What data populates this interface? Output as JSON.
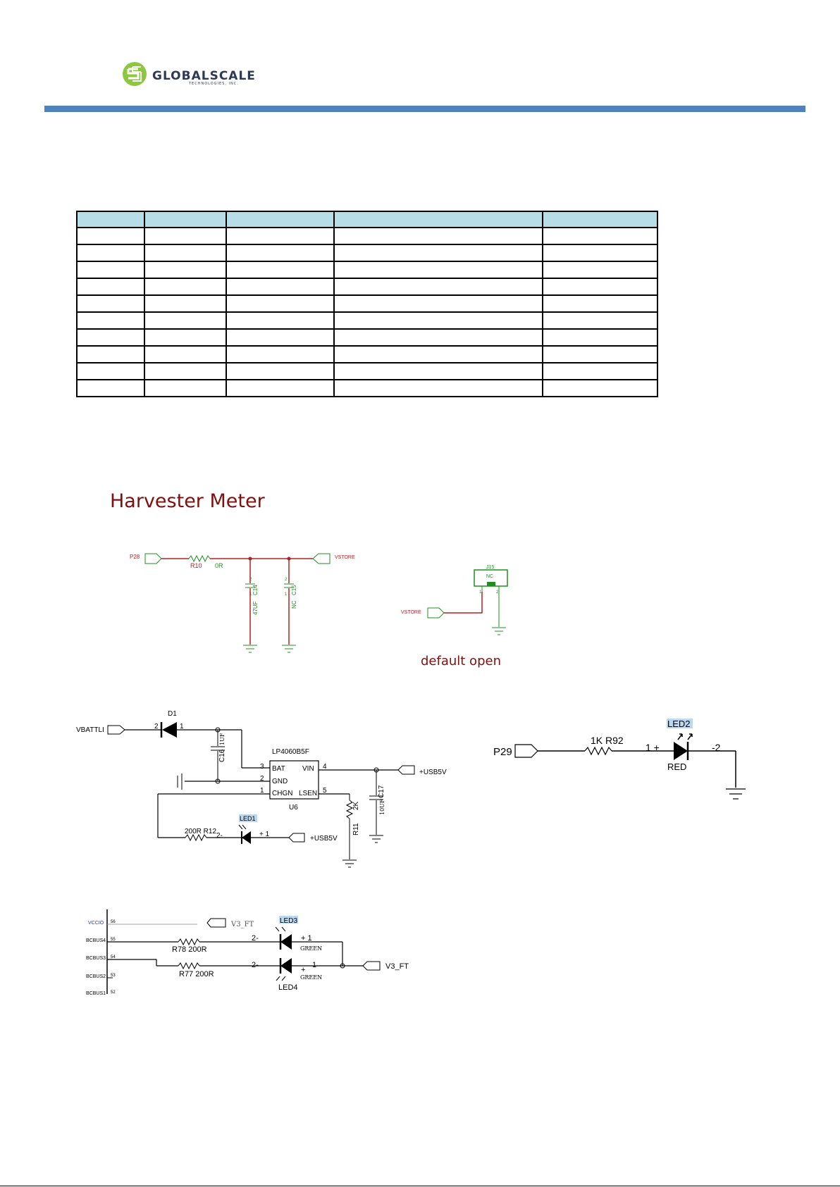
{
  "header": {
    "logo_text": "GLOBALSCALE",
    "logo_sub": "TECHNOLOGIES, INC.",
    "accent_color": "#4f81bd",
    "logo_color": "#8dc63f"
  },
  "table": {
    "columns": [
      "",
      "",
      "",
      "",
      ""
    ],
    "rows": [
      [
        "",
        "",
        "",
        "",
        ""
      ],
      [
        "",
        "",
        "",
        "",
        ""
      ],
      [
        "",
        "",
        "",
        "",
        ""
      ],
      [
        "",
        "",
        "",
        "",
        ""
      ],
      [
        "",
        "",
        "",
        "",
        ""
      ],
      [
        "",
        "",
        "",
        "",
        ""
      ],
      [
        "",
        "",
        "",
        "",
        ""
      ],
      [
        "",
        "",
        "",
        "",
        ""
      ],
      [
        "",
        "",
        "",
        "",
        ""
      ],
      [
        "",
        "",
        "",
        "",
        ""
      ]
    ],
    "header_color": "#b7dde8"
  },
  "section_title": "Harvester Meter",
  "schematic1": {
    "p28": "P28",
    "r10": "R10",
    "r10_val": "0R",
    "vstore": "VSTORE",
    "c14": "C14",
    "c14_val": "47UF",
    "c15": "C15",
    "c15_val": "NC",
    "pin1": "1",
    "pin2": "2"
  },
  "schematic2": {
    "j15": "J15",
    "j15_val": "NC",
    "vstore": "VSTORE",
    "pin1": "1",
    "pin2": "2",
    "caption": "default open"
  },
  "schematic3": {
    "vbattli": "VBATTLI",
    "d1": "D1",
    "d1_pin2": "2",
    "d1_pin1": "1",
    "c16": "C16",
    "c16_val": "1UF",
    "ic_part": "LP4060B5F",
    "ic_ref": "U6",
    "pin_bat": "BAT",
    "pin_gnd": "GND",
    "pin_chgn": "CHGN",
    "pin_vin": "VIN",
    "pin_lsen": "LSEN",
    "num3": "3",
    "num2": "2",
    "num1": "1",
    "num4": "4",
    "num5": "5",
    "usb5v_a": "+USB5V",
    "usb5v_b": "+USB5V",
    "c17": "C17",
    "c17_val": "10UF",
    "r11": "R11",
    "r11_val": "2K",
    "r12": "200R  R12",
    "r12_pin": "2-",
    "led1": "LED1",
    "led1_pin": "+  1"
  },
  "schematic4": {
    "p29": "P29",
    "r92": "1K R92",
    "pin_plus": "1  +",
    "pin_minus": "-2",
    "led2": "LED2",
    "color": "RED"
  },
  "schematic5": {
    "vccio": "VCCIO",
    "v3ft_a": "V3_FT",
    "v3ft_b": "V3_FT",
    "bcbus4": "BCBUS4",
    "bcbus3": "BCBUS3",
    "bcbus2": "BCBUS2",
    "bcbus1": "BCBUS1",
    "pin56": "56",
    "pin55": "55",
    "pin54": "54",
    "pin53": "53",
    "pin52": "52",
    "r78": "R78  200R",
    "r77": "R77  200R",
    "led3": "LED3",
    "led4": "LED4",
    "led3_l": "2-",
    "led3_r": "+  1",
    "led4_l": "2-",
    "led4_plus": "+",
    "led4_r": "1",
    "green_a": "GREEN",
    "green_b": "GREEN"
  },
  "colors": {
    "net_red": "#b22222",
    "part_green": "#1f8f1f",
    "title_red": "#7f1010",
    "highlight": "#bcd8ee"
  }
}
